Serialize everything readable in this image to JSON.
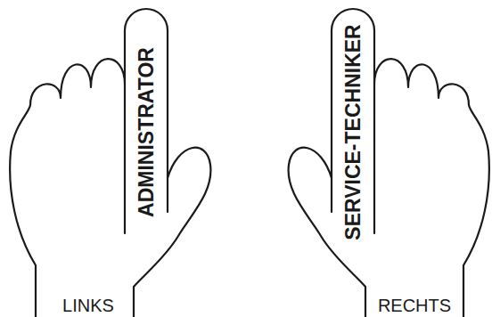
{
  "diagram": {
    "nodes": [
      {
        "text": [
          "ADMINISTRATOR",
          "LINKS"
        ]
      },
      {
        "text": [
          "SERVICE-TECHNIKER",
          "RECHTS"
        ]
      }
    ]
  }
}
